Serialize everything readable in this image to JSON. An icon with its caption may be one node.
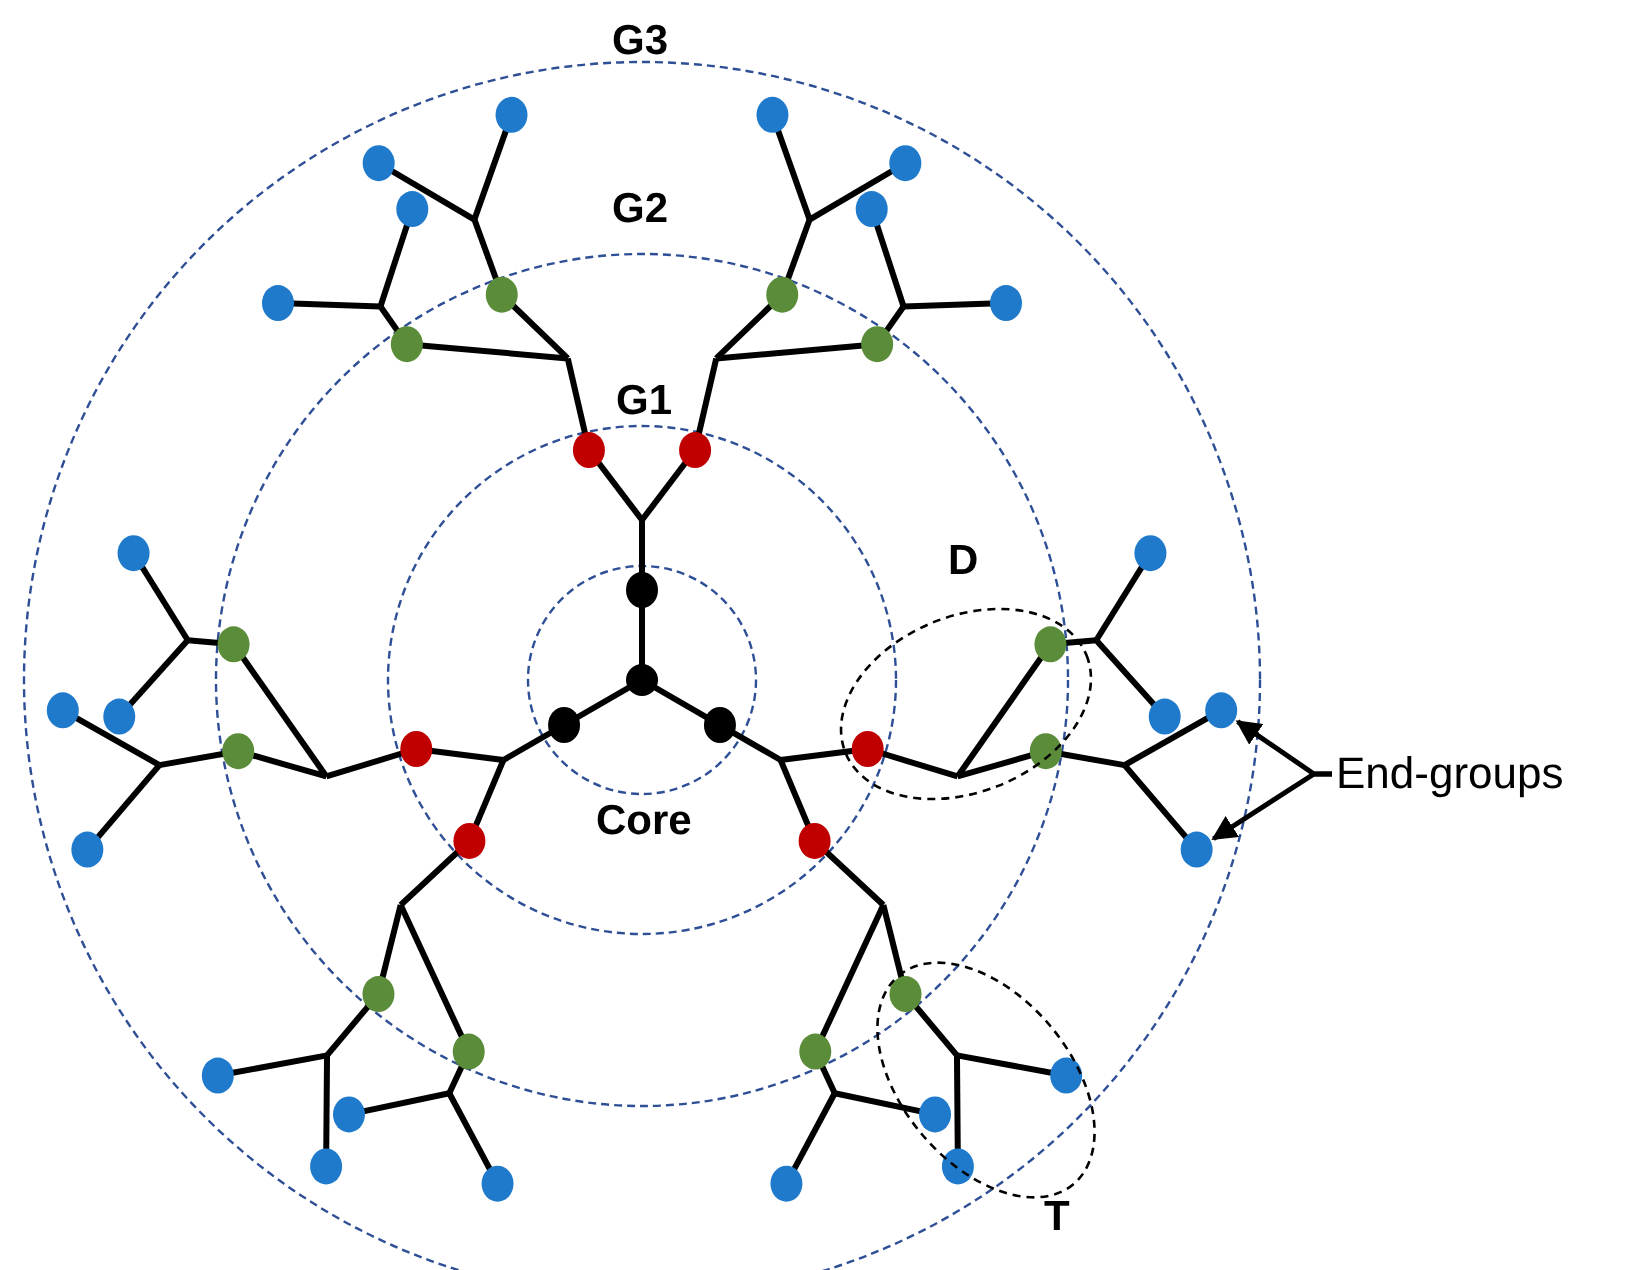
{
  "diagram": {
    "nodes": [
      {
        "text": [
          "D"
        ]
      },
      {
        "text": [
          "T"
        ]
      },
      {
        "text": [
          "End-groups"
        ]
      },
      {
        "text": [],
        "shape": "circle"
      },
      {
        "text": [],
        "shape": "circle"
      }
    ],
    "edges": [
      {
        "from": 2,
        "to": 3,
        "arrow": "to"
      },
      {
        "from": 2,
        "to": 4,
        "arrow": "to"
      }
    ],
    "labels": [
      "G3",
      "G2",
      "G1",
      "Core"
    ]
  }
}
